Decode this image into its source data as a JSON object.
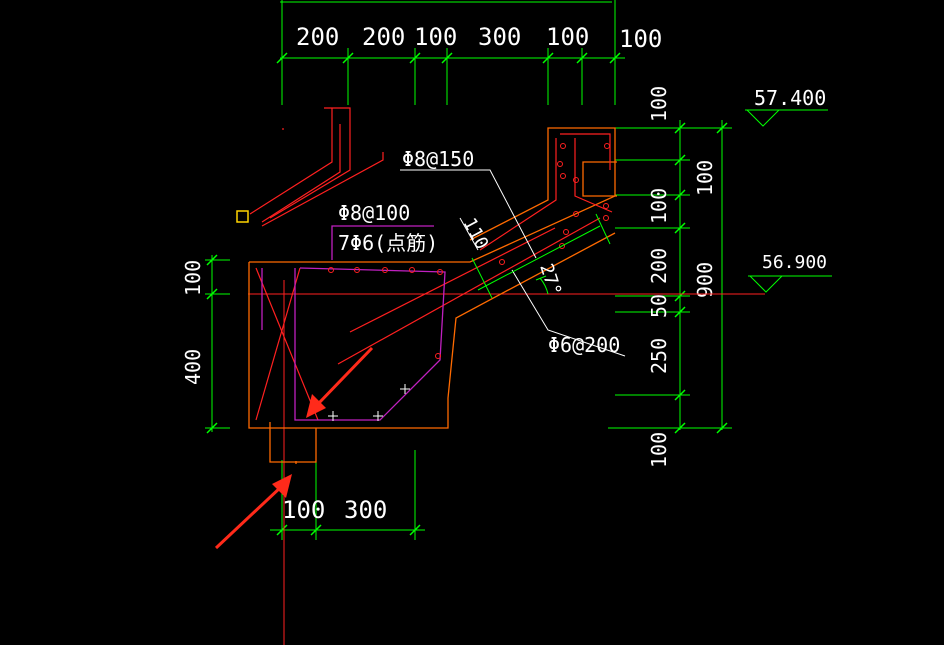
{
  "colors": {
    "background": "#000000",
    "dimension": "#00ff00",
    "concrete_outline": "#ff6a00",
    "rebar": "#ff2020",
    "stirrup": "#c020c0",
    "text": "#ffffff",
    "annotation_arrow": "#ff2a1a",
    "marker": "#ffd400"
  },
  "dimensions": {
    "top": [
      "200",
      "200",
      "100",
      "300",
      "100",
      "100"
    ],
    "right_inner": [
      "100",
      "100",
      "100",
      "200",
      "50",
      "250",
      "100"
    ],
    "right_total": "900",
    "left": [
      "100",
      "400"
    ],
    "bottom": [
      "100",
      "300"
    ]
  },
  "levels": {
    "upper": "57.400",
    "lower": "56.900"
  },
  "callouts": {
    "rebar_top": "Φ8@150",
    "rebar_mid": "Φ8@100",
    "rebar_dist": "7Φ6(点筋)",
    "rebar_bottom": "Φ6@200",
    "slope_len": "110",
    "angle": "27°"
  }
}
